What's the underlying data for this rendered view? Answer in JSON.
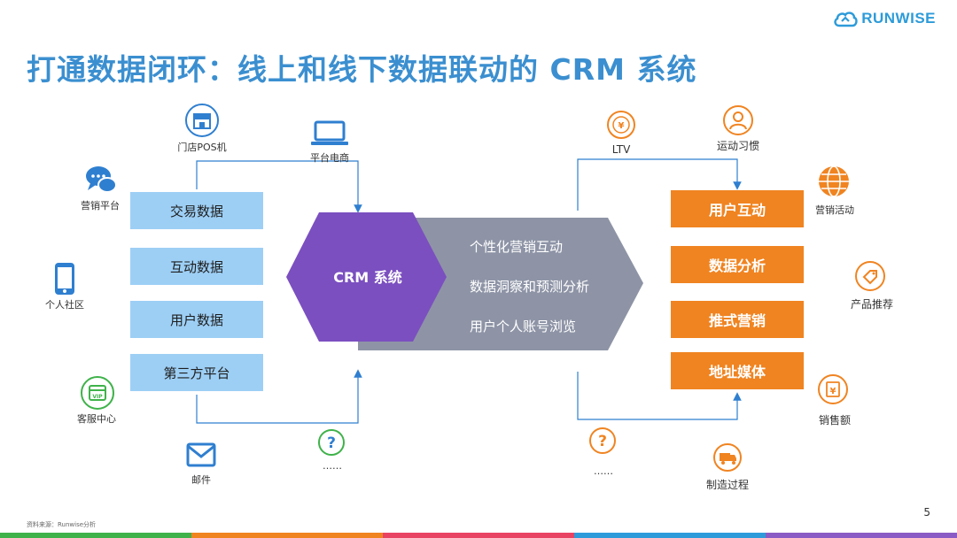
{
  "header": {
    "title": "打通数据闭环：线上和线下数据联动的 CRM 系统",
    "brand": "RUNWISE"
  },
  "left_boxes": [
    "交易数据",
    "互动数据",
    "用户数据",
    "第三方平台"
  ],
  "right_boxes": [
    "用户互动",
    "数据分析",
    "推式营销",
    "地址媒体"
  ],
  "center": {
    "label": "CRM 系统",
    "features": [
      "个性化营销互动",
      "数据洞察和预测分析",
      "用户个人账号浏览"
    ]
  },
  "left_sources": {
    "pos": "门店POS机",
    "ecommerce": "平台电商",
    "marketing_platform": "营销平台",
    "social": "个人社区",
    "service": "客服中心",
    "mail": "邮件",
    "more": "……"
  },
  "right_outputs": {
    "ltv": "LTV",
    "sports": "运动习惯",
    "campaign": "营销活动",
    "recommend": "产品推荐",
    "sales": "销售额",
    "manufacturing": "制造过程",
    "more": "……"
  },
  "footer": {
    "source": "资料来源：Runwise分析",
    "page": "5"
  },
  "colors": {
    "title": "#3b8fd0",
    "left_box": "#9dcff5",
    "right_box": "#f08421",
    "hexagon": "#7b4fc0",
    "arrow_band": "#8e94a6",
    "icon_blue": "#2f7fd0",
    "icon_orange": "#f08421"
  },
  "footer_bar_colors": [
    "#3fb24a",
    "#f08421",
    "#e94363",
    "#2d9bd9",
    "#8a5bc4"
  ]
}
